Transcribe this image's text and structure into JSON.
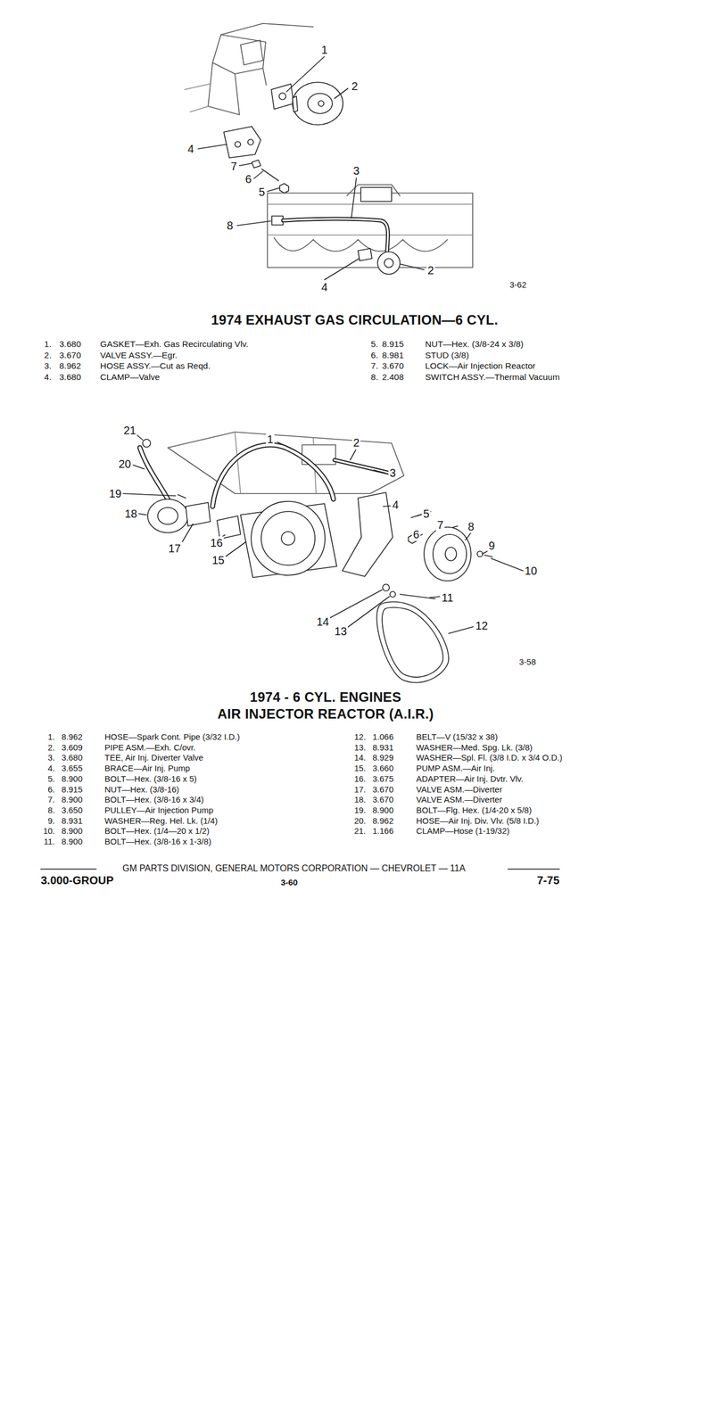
{
  "diagram": {
    "title": "1974 EXHAUST GAS CIRCULATION—6 CYL.",
    "labels": [
      "1",
      "2",
      "4",
      "7",
      "6",
      "5",
      "3",
      "8",
      "2",
      "4",
      "3-62",
      "1.",
      "3.680",
      "GASKET—Exh. Gas Recirculating Vlv.",
      "2.",
      "3.670",
      "VALVE ASSY.—Egr.",
      "3.",
      "8.962",
      "HOSE ASSY.—Cut as Reqd.",
      "4.",
      "3.680",
      "CLAMP—Valve",
      "5.",
      "8.915",
      "NUT—Hex. (3/8-24 x 3/8)",
      "6.",
      "8.981",
      "STUD (3/8)",
      "7.",
      "3.670",
      "LOCK—Air Injection Reactor",
      "8.",
      "2.408",
      "SWITCH ASSY.—Thermal Vacuum",
      "21",
      "1",
      "2",
      "3",
      "20",
      "19",
      "18",
      "17",
      "16",
      "15",
      "4",
      "5",
      "7",
      "6",
      "8",
      "9",
      "10",
      "11",
      "12",
      "14",
      "13",
      "3-58",
      "1974 - 6 CYL. ENGINES",
      "AIR INJECTOR REACTOR (A.I.R.)",
      "1.",
      "8.962",
      "HOSE—Spark Cont. Pipe (3/32 I.D.)",
      "2.",
      "3.609",
      "PIPE ASM.—Exh. C/ovr.",
      "3.",
      "3.680",
      "TEE, Air Inj. Diverter Valve",
      "4.",
      "3.655",
      "BRACE—Air Inj. Pump",
      "5.",
      "8.900",
      "BOLT—Hex. (3/8-16 x 5)",
      "6.",
      "8.915",
      "NUT—Hex. (3/8-16)",
      "7.",
      "8.900",
      "BOLT—Hex. (3/8-16 x 3/4)",
      "8.",
      "3.650",
      "PULLEY—Air Injection Pump",
      "9.",
      "8.931",
      "WASHER—Reg. Hel. Lk. (1/4)",
      "10.",
      "8.900",
      "BOLT—Hex. (1/4—20 x 1/2)",
      "11.",
      "8.900",
      "BOLT—Hex. (3/8-16 x 1-3/8)",
      "12.",
      "1.066",
      "BELT—V (15/32 x 38)",
      "13.",
      "8.931",
      "WASHER—Med. Spg. Lk. (3/8)",
      "14.",
      "8.929",
      "WASHER—Spl. Fl. (3/8 I.D. x 3/4 O.D.)",
      "15.",
      "3.660",
      "PUMP ASM.—Air Inj.",
      "16.",
      "3.675",
      "ADAPTER—Air Inj. Dvtr. Vlv.",
      "17.",
      "3.670",
      "VALVE ASM.—Diverter",
      "18.",
      "3.670",
      "VALVE ASM.—Diverter",
      "19.",
      "8.900",
      "BOLT—Flg. Hex. (1/4-20 x 5/8)",
      "20.",
      "8.962",
      "HOSE—Air Inj. Div. Vlv. (5/8 I.D.)",
      "21.",
      "1.166",
      "CLAMP—Hose (1-19/32)",
      "GM PARTS DIVISION, GENERAL MOTORS CORPORATION — CHEVROLET — 11A",
      "3.000-GROUP",
      "3-60",
      "7-75"
    ]
  }
}
